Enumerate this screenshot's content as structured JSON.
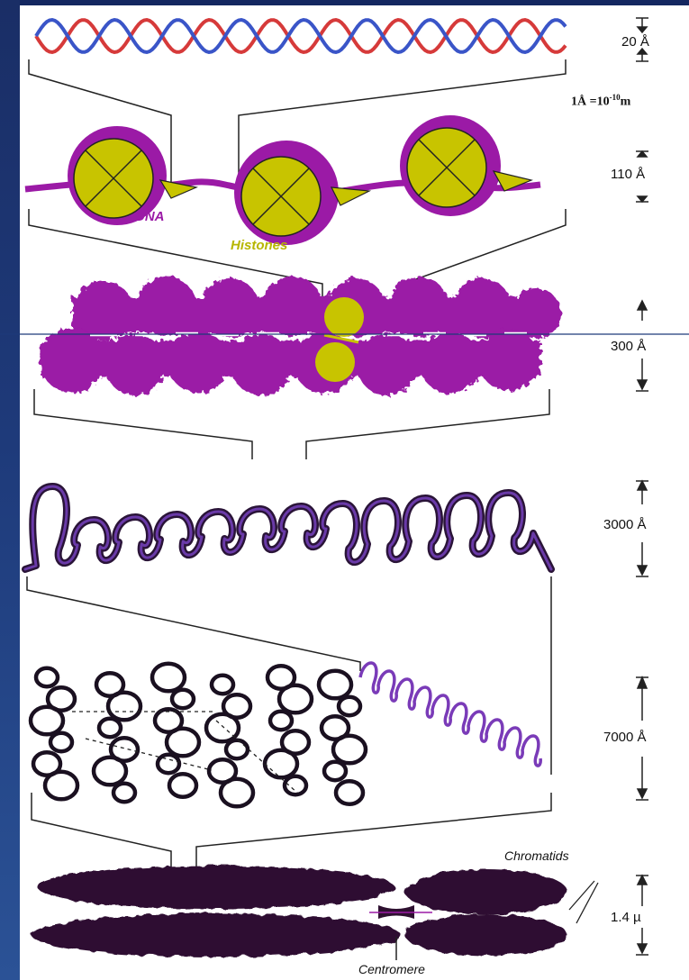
{
  "diagram": {
    "levels": [
      {
        "dimension": "20 Å"
      },
      {
        "dimension": "110 Å"
      },
      {
        "dimension": "300 Å"
      },
      {
        "dimension": "3000 Å"
      },
      {
        "dimension": "7000 Å"
      },
      {
        "dimension": "1.4 µ"
      }
    ],
    "unit_note": "1Å =10",
    "unit_note_exp": "-10",
    "unit_note_suffix": "m",
    "labels": {
      "dna": "DNA",
      "histones": "Histones",
      "chromatids": "Chromatids",
      "centromere": "Centromere"
    },
    "colors": {
      "dna_strand_red": "#d63a3a",
      "dna_strand_blue": "#3a55c8",
      "nucleosome_purple": "#9b1aa6",
      "histone_yellow": "#c8c400",
      "fiber_dark": "#2a1438",
      "chromosome": "#2e1030",
      "frame": "#1e3a7a"
    }
  }
}
